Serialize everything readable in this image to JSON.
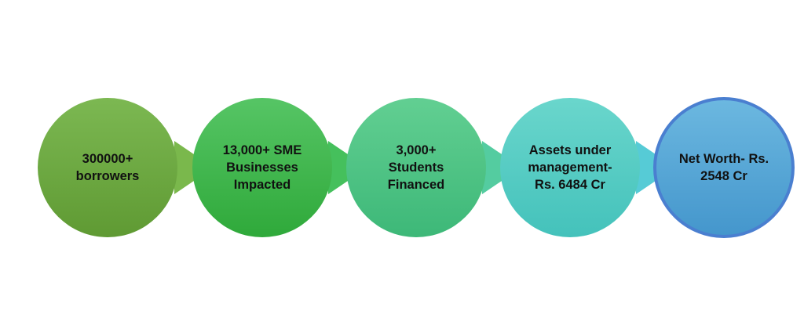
{
  "steps": [
    {
      "label": "300000+\nborrowers",
      "color": "#72ac45"
    },
    {
      "label": "13,000+ SME\nBusinesses\nImpacted",
      "color": "#3cb84a"
    },
    {
      "label": "3,000+\nStudents\nFinanced",
      "color": "#4ec685"
    },
    {
      "label": "Assets under\nmanagement-\nRs. 6484 Cr",
      "color": "#58cdc1"
    },
    {
      "label": "Net Worth- Rs.\n2548 Cr",
      "color": "#56a9d8"
    }
  ]
}
